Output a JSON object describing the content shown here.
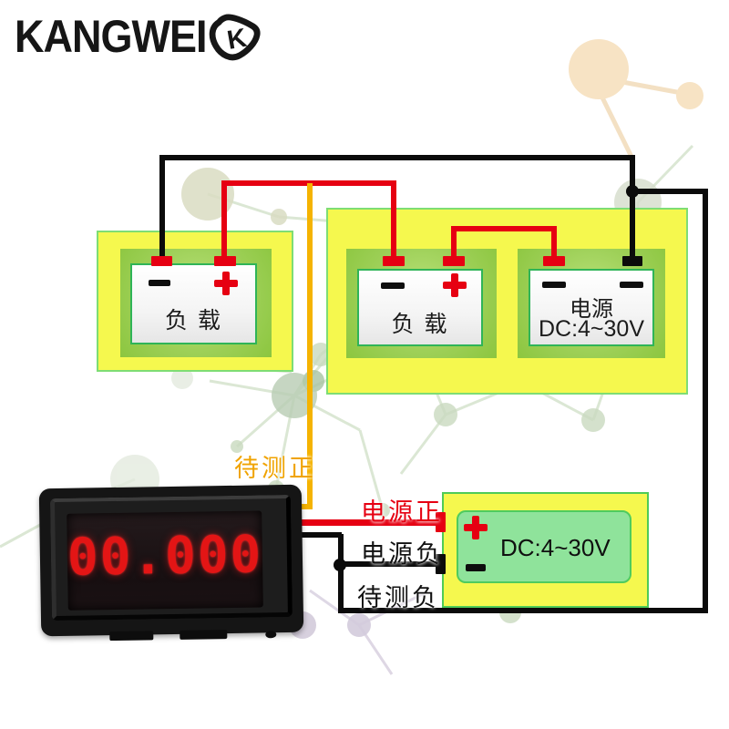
{
  "logo": {
    "brand": "KANGWEI",
    "badge_letter": "K"
  },
  "colors": {
    "wire_red": "#e60012",
    "wire_black": "#0b0b0b",
    "wire_yellow": "#f5b301",
    "label_orange": "#f0a300",
    "box_yellow": "#f5f84e",
    "box_green": "#8cc63f",
    "box_mint": "#8fe39b",
    "digit_red": "#e31515"
  },
  "diagram": {
    "load1": {
      "label": "负 载",
      "terminal_neg": "−",
      "terminal_pos": "+"
    },
    "load2": {
      "label": "负 载",
      "terminal_neg": "−",
      "terminal_pos": "+"
    },
    "power_top": {
      "name": "电源",
      "range": "DC:4~30V",
      "terminal_left": "−",
      "terminal_right": "−"
    },
    "power_bottom": {
      "range": "DC:4~30V",
      "terminal_pos": "+",
      "terminal_neg": "−"
    },
    "wire_labels": {
      "measure_pos": "待测正",
      "power_pos": "电源正",
      "power_neg": "电源负",
      "measure_neg": "待测负"
    }
  },
  "meter": {
    "display_value": "00.000"
  }
}
